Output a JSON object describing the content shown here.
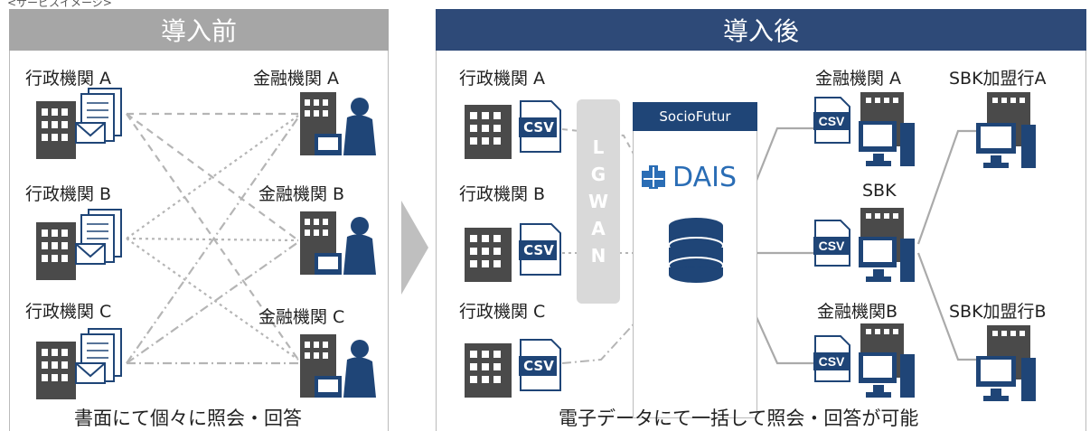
{
  "top_tag": "<サービスイメージ>",
  "before": {
    "title": "導入前",
    "gov": [
      "行政機関 A",
      "行政機関 B",
      "行政機関 C"
    ],
    "fin": [
      "金融機関 A",
      "金融機関 B",
      "金融機関 C"
    ],
    "caption": "書面にて個々に照会・回答"
  },
  "after": {
    "title": "導入後",
    "gov": [
      "行政機関 A",
      "行政機関 B",
      "行政機関 C"
    ],
    "lgwan": [
      "L",
      "G",
      "W",
      "A",
      "N"
    ],
    "server_name": "SocioFutur",
    "dais": "DAIS",
    "fin_a": "金融機関 A",
    "sbk": "SBK",
    "fin_b": "金融機関B",
    "sbk_a": "SBK加盟行A",
    "sbk_b": "SBK加盟行B",
    "csv": "CSV",
    "caption": "電子データにて一括して照会・回答が可能"
  },
  "colors": {
    "navy": "#2e4a78",
    "gray_header": "#a6a6a6",
    "icon_dark": "#4a4a4a",
    "blue_icon": "#1f4577"
  }
}
